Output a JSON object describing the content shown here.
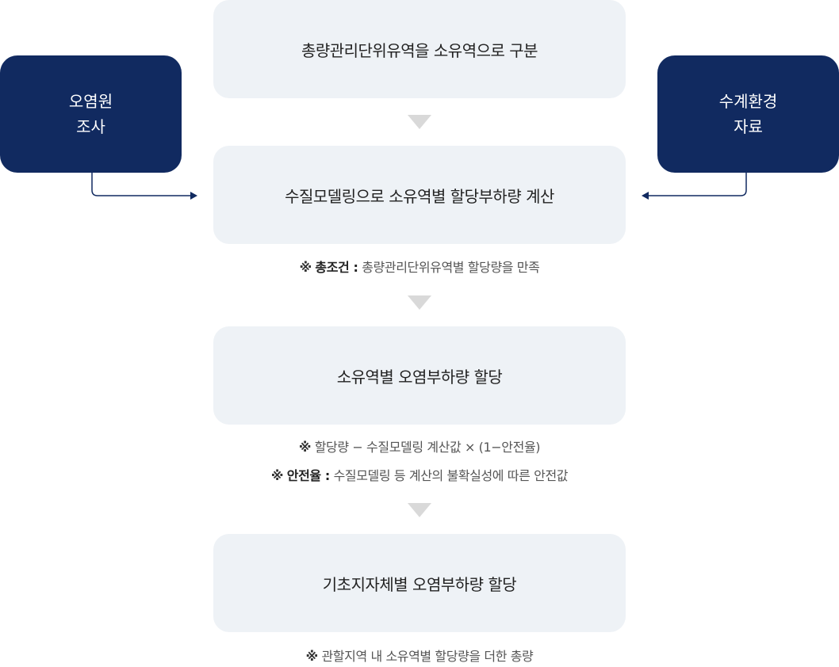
{
  "steps": [
    {
      "label": "총량관리단위유역을 소유역으로 구분"
    },
    {
      "label": "수질모델링으로 소유역별 할당부하량 계산"
    },
    {
      "label": "소유역별 오염부하량 할당"
    },
    {
      "label": "기초지자체별 오염부하량 할당"
    }
  ],
  "inputs": {
    "left": {
      "line1": "오염원",
      "line2": "조사"
    },
    "right": {
      "line1": "수계환경",
      "line2": "자료"
    }
  },
  "notes": {
    "mark": "※",
    "n1": {
      "term": "총조건 :",
      "text": "총량관리단위유역별 할당량을 만족"
    },
    "n2": {
      "text": "할당량 − 수질모델링 계산값 × (1−안전율)"
    },
    "n3": {
      "term": "안전율 :",
      "text": "수질모델링 등 계산의 불확실성에 따른 안전값"
    },
    "n4": {
      "text": "관할지역 내 소유역별 할당량을 더한 총량"
    }
  },
  "colors": {
    "navy": "#112a60",
    "box": "#eef2f6",
    "arrow": "#d9d9d9"
  }
}
